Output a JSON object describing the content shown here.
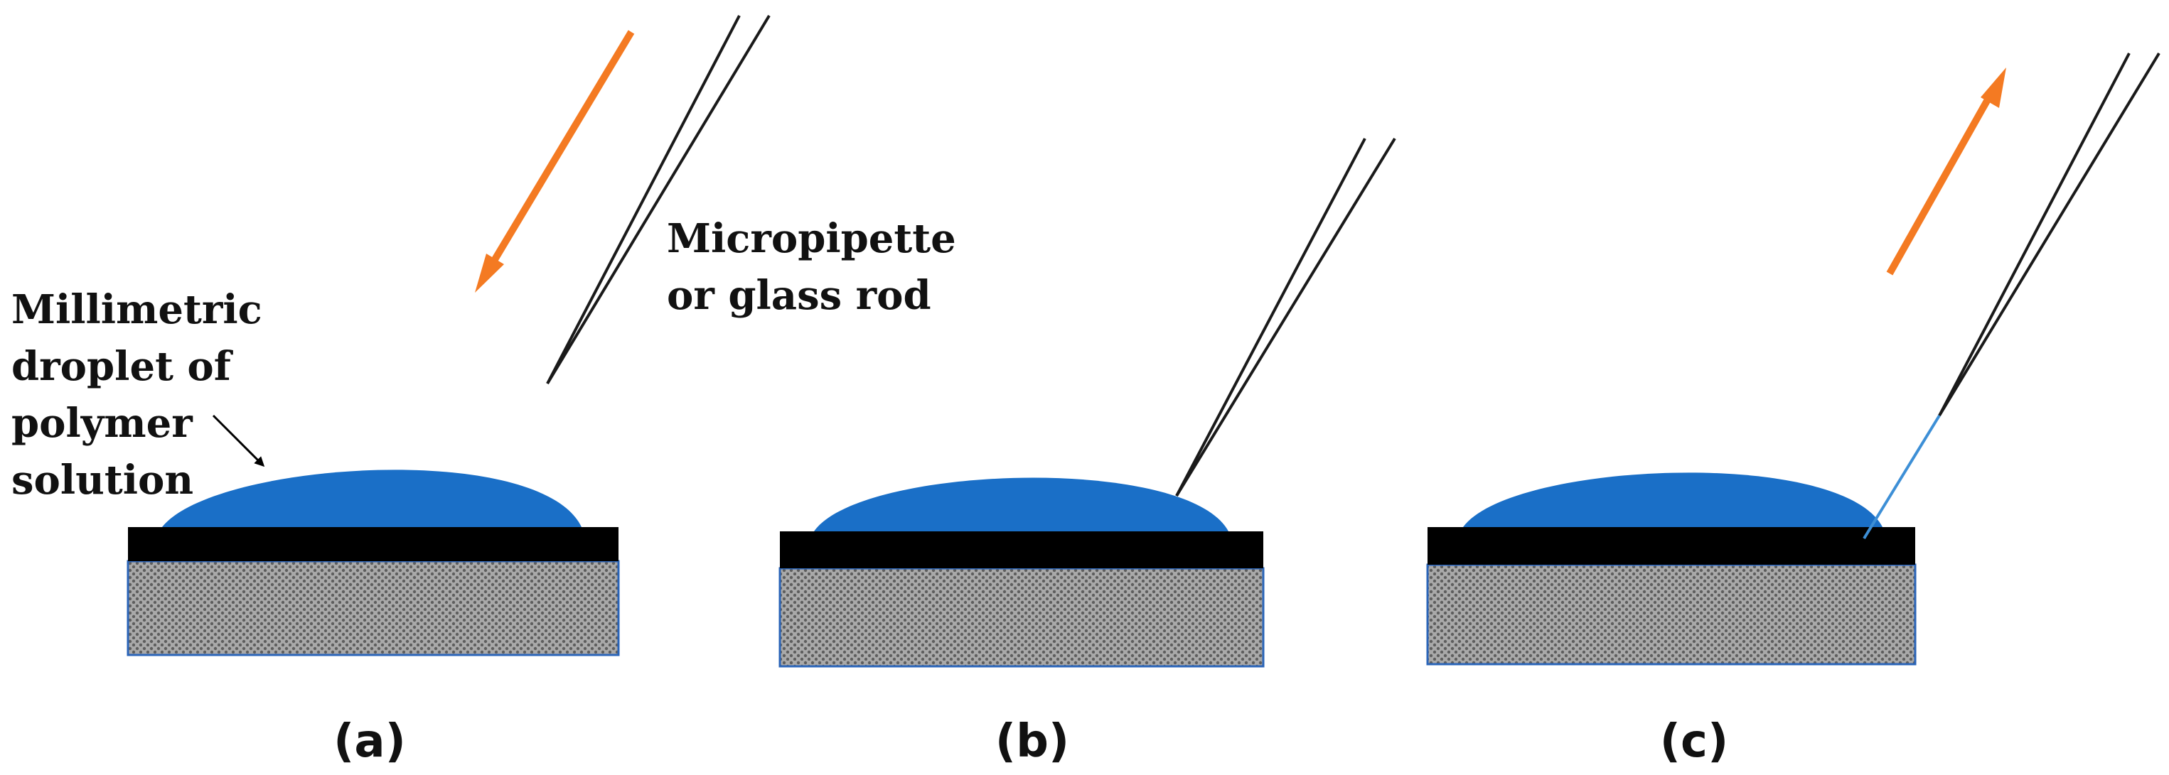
{
  "labels": {
    "droplet": [
      "Millimetric",
      "droplet of",
      "polymer",
      "solution"
    ],
    "pipette": [
      "Micropipette",
      "or glass rod"
    ]
  },
  "panels": [
    {
      "label": "(a)"
    },
    {
      "label": "(b)"
    },
    {
      "label": "(c)"
    }
  ],
  "colors": {
    "droplet": "#1a6fc7",
    "substrate_top": "#000000",
    "substrate_base": "#8a8a8a",
    "arrow": "#f47a22",
    "pipette": "#1a1a1a",
    "fiber": "#3d8fd6"
  }
}
